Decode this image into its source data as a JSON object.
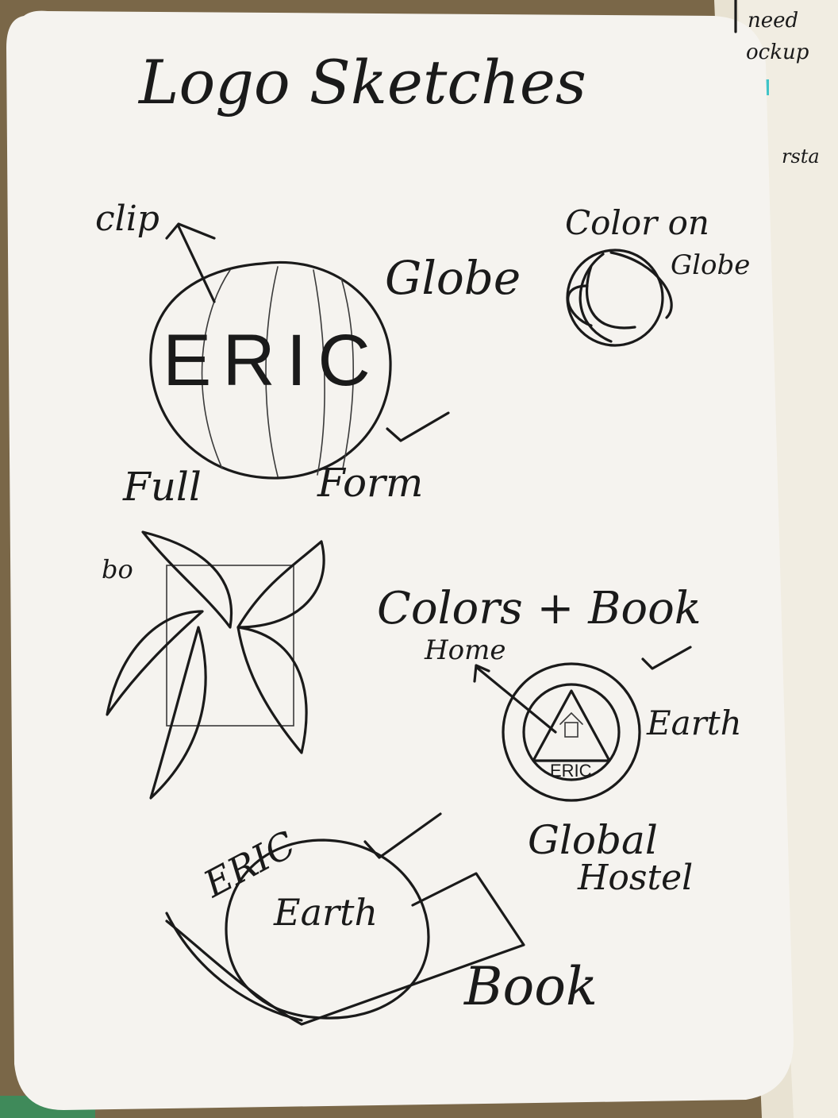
{
  "page": {
    "title": "Logo Sketches"
  },
  "sketches": {
    "globe": {
      "center_text": "ERIC",
      "top_note": "clip",
      "side_label": "Globe",
      "bottom_left": "Full",
      "bottom_right": "Form"
    },
    "color_globe": {
      "line1": "Color on",
      "line2": "Globe"
    },
    "flower": {
      "label": "bo"
    },
    "colors_book": {
      "title": "Colors + Book",
      "arrow_note": "Home",
      "side_label": "Earth",
      "inner_text": "ERIC",
      "caption_line1": "Global",
      "caption_line2": "Hostel"
    },
    "earth_book": {
      "arc_text": "ERIC",
      "center_text": "Earth",
      "side_label": "Book"
    }
  },
  "side_page": {
    "line1": "need",
    "line2": "ockup",
    "line3": "rsta"
  },
  "colors": {
    "paper": "#f4f2ee",
    "ink": "#1a1a1a",
    "table": "#6b5a3e",
    "teal_tab": "#3fc4c8"
  }
}
